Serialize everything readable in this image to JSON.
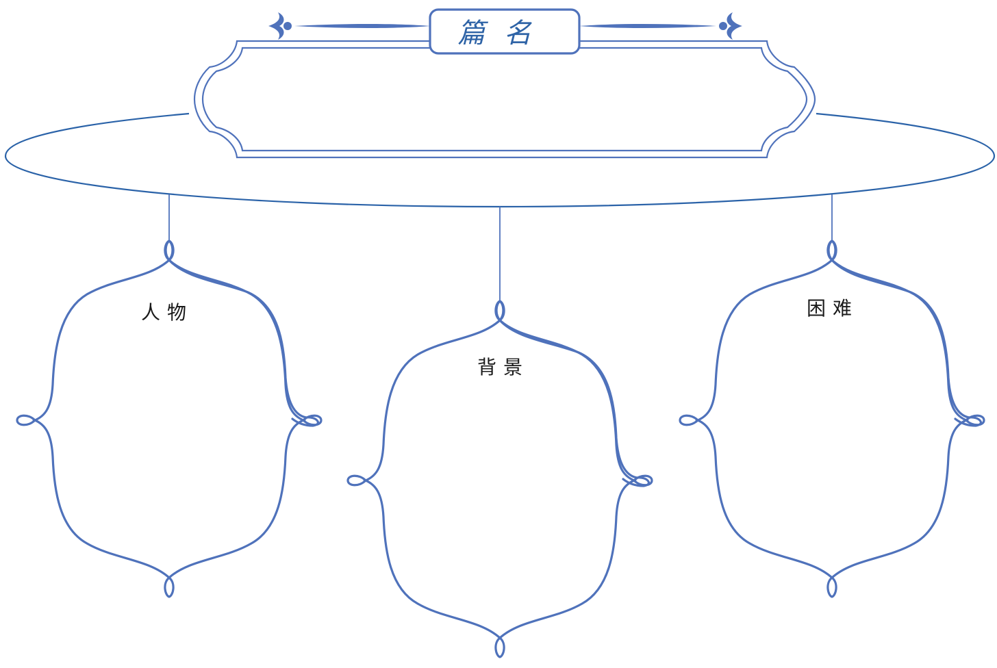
{
  "title": {
    "label": "篇名"
  },
  "boxes": [
    {
      "id": "characters",
      "label": "人物"
    },
    {
      "id": "background",
      "label": "背景"
    },
    {
      "id": "difficulty",
      "label": "困难"
    }
  ],
  "colors": {
    "frame": "#4F72BB",
    "title_text": "#2E63A6",
    "ellipse": "#2A62A8",
    "label_text": "#1a1a1a"
  },
  "icons": [
    "fleur-ornament-icon"
  ]
}
